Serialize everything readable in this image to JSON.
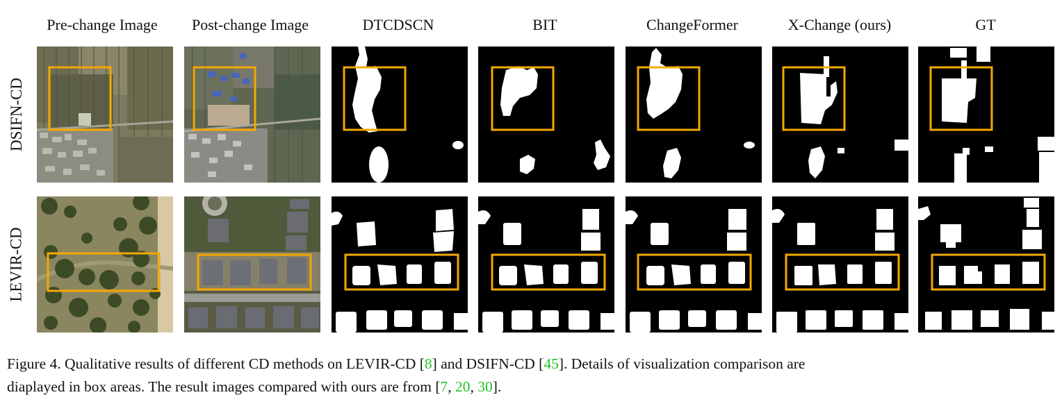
{
  "columns": [
    "Pre-change Image",
    "Post-change Image",
    "DTCDSCN",
    "BIT",
    "ChangeFormer",
    "X-Change (ours)",
    "GT"
  ],
  "rows": [
    "DSIFN-CD",
    "LEVIR-CD"
  ],
  "caption": {
    "line1_a": "Figure 4.  Qualitative results of different CD methods on LEVIR-CD [",
    "ref1": "8",
    "line1_b": "] and DSIFN-CD [",
    "ref2": "45",
    "line1_c": "].  Details of visualization comparison are",
    "line2_a": "diaplayed in box areas. The result images compared with ours are from [",
    "ref3": "7",
    "sep1": ", ",
    "ref4": "20",
    "sep2": ", ",
    "ref5": "30",
    "line2_b": "]."
  },
  "colors": {
    "highlight_box": "#f5a800",
    "mask_bg": "#000000",
    "mask_fg": "#ffffff",
    "reference_link": "#22c322"
  }
}
